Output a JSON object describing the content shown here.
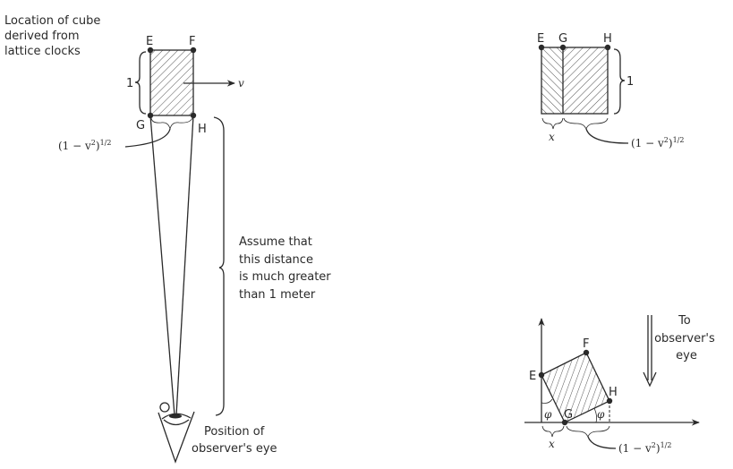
{
  "figure": {
    "left_panel": {
      "caption_lines": [
        "Location of cube",
        "derived from",
        "lattice clocks"
      ],
      "points": {
        "E": "E",
        "F": "F",
        "G": "G",
        "H": "H",
        "O": "O"
      },
      "side_label": "1",
      "velocity_label": "v",
      "contracted_length": {
        "base": "(1 − v",
        "exp": "2",
        "close": ")",
        "power": "1/2"
      },
      "distance_note_lines": [
        "Assume that",
        "this distance",
        "is much greater",
        "than 1 meter"
      ],
      "eye_caption_lines": [
        "Position of",
        "observer's eye"
      ]
    },
    "top_right_panel": {
      "points": {
        "E": "E",
        "G": "G",
        "H": "H"
      },
      "side_label": "1",
      "x_label": "x",
      "contracted_length": {
        "base": "(1 − v",
        "exp": "2",
        "close": ")",
        "power": "1/2"
      }
    },
    "bottom_right_panel": {
      "points": {
        "E": "E",
        "F": "F",
        "G": "G",
        "H": "H"
      },
      "angle_label": "φ",
      "x_label": "x",
      "contracted_length": {
        "base": "(1 − v",
        "exp": "2",
        "close": ")",
        "power": "1/2"
      },
      "direction_note_lines": [
        "To",
        "observer's",
        "eye"
      ]
    }
  }
}
